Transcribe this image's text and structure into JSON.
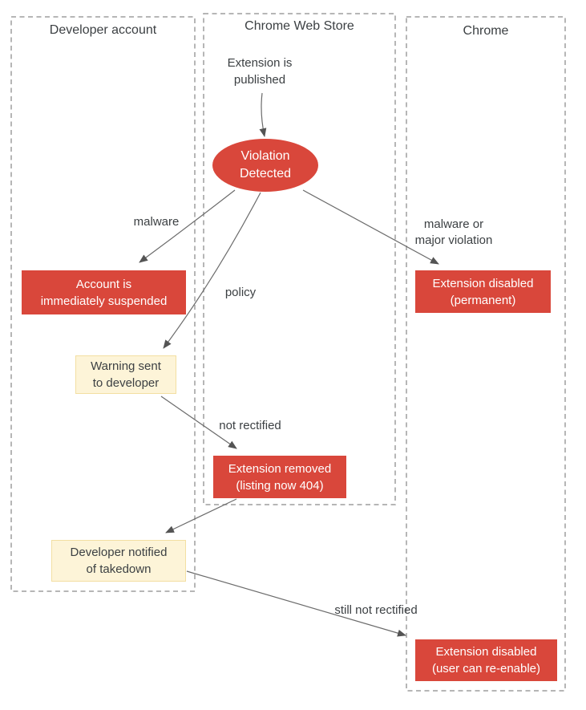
{
  "colors": {
    "node_red": "#d9473b",
    "node_cream_bg": "#fdf4d8",
    "node_cream_border": "#f3dfa2",
    "lane_border": "#9e9e9e",
    "connector": "#6b6b6b",
    "arrowhead": "#545454",
    "text_dark": "#3c4043",
    "text_white": "#ffffff",
    "background": "#ffffff"
  },
  "lanes": [
    {
      "title": "Developer account"
    },
    {
      "title": "Chrome Web Store"
    },
    {
      "title": "Chrome"
    }
  ],
  "nodes": {
    "published": "Extension is\npublished",
    "violation": "Violation\nDetected",
    "account_suspended": "Account is\nimmediately suspended",
    "warning_sent": "Warning sent\nto developer",
    "disabled_permanent": "Extension disabled\n(permanent)",
    "removed": "Extension removed\n(listing now 404)",
    "notified": "Developer notified\nof takedown",
    "disabled_reenable": "Extension disabled\n(user can re-enable)"
  },
  "edge_labels": {
    "malware": "malware",
    "policy": "policy",
    "not_rectified": "not rectified",
    "malware_or_major": "malware or\nmajor violation",
    "still_not_rectified": "still not rectified"
  }
}
